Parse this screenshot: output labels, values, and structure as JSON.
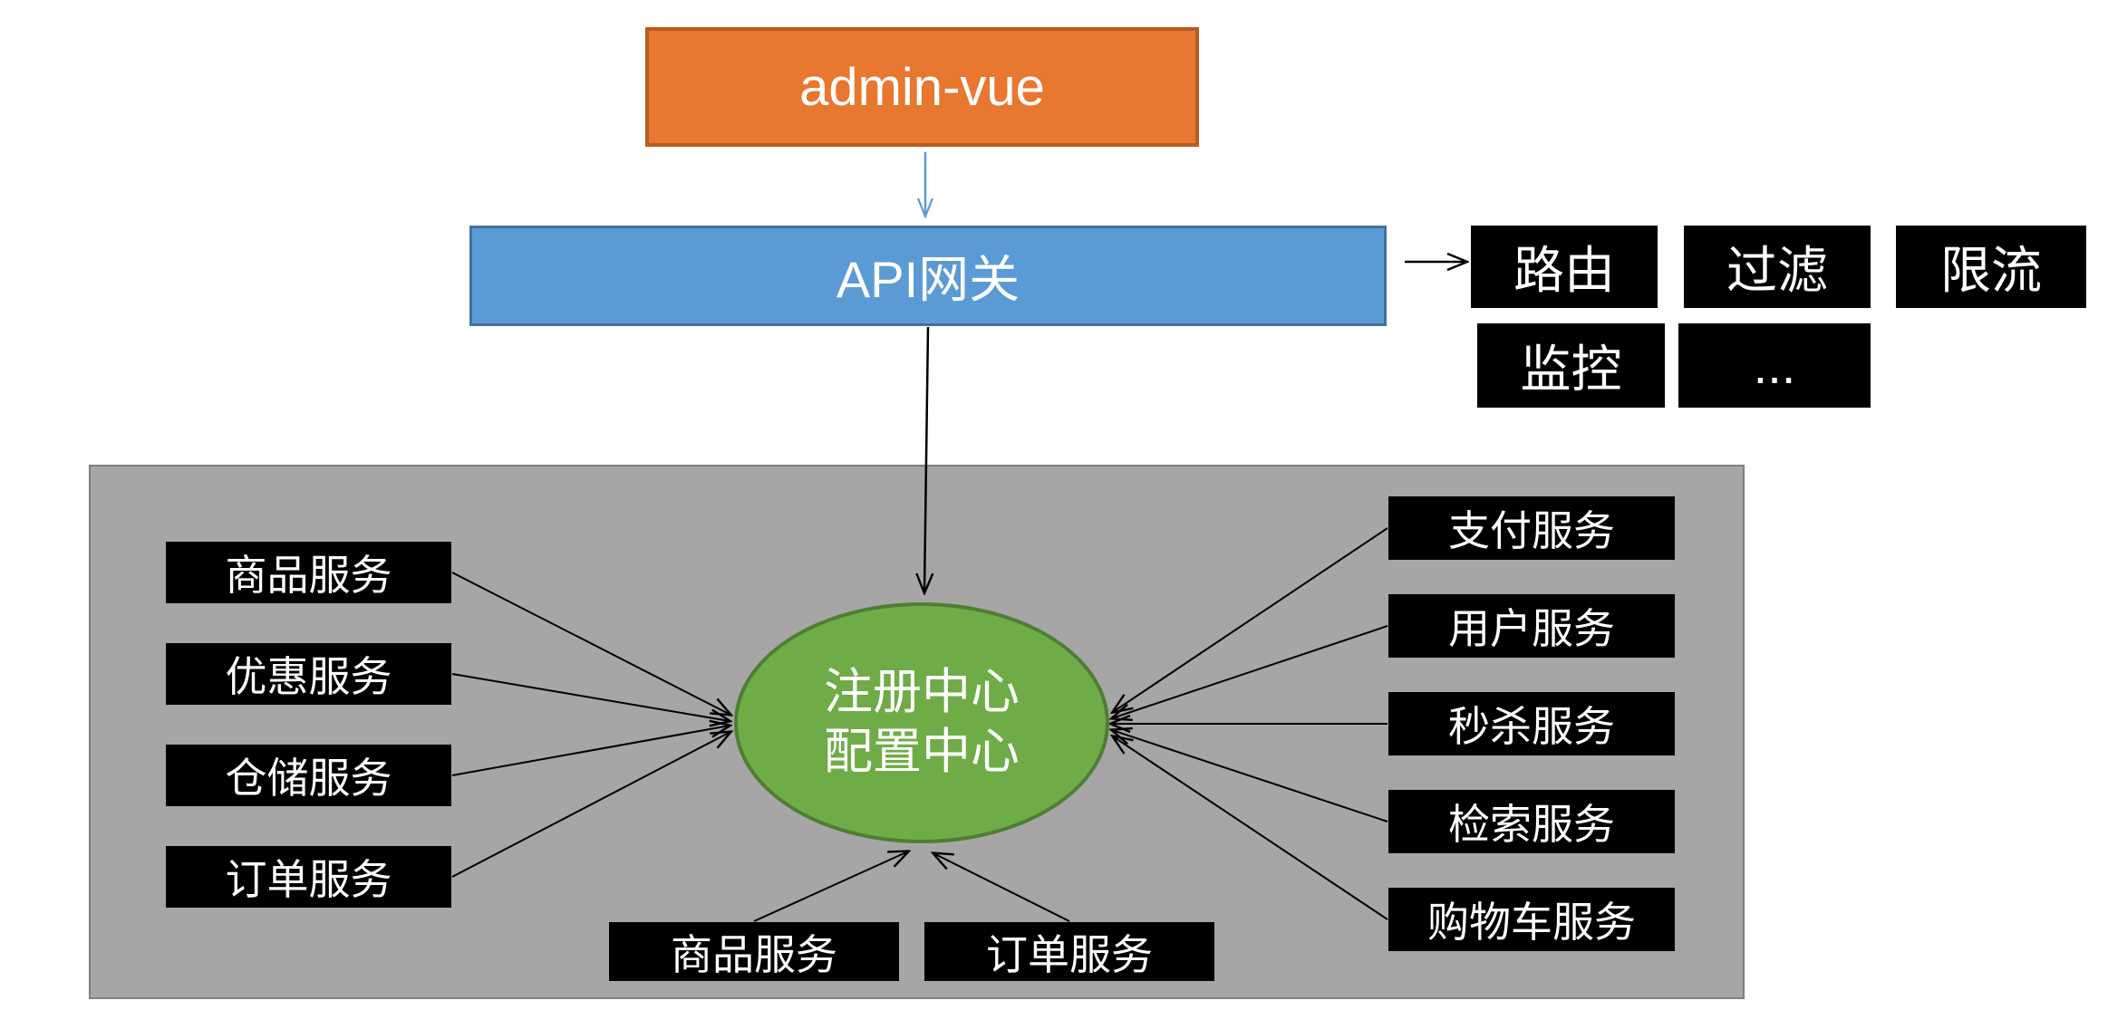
{
  "diagram": {
    "client": {
      "label": "admin-vue"
    },
    "gateway": {
      "label": "API网关"
    },
    "gateway_features": [
      "路由",
      "过滤",
      "限流",
      "监控",
      "..."
    ],
    "registry": {
      "line1": "注册中心",
      "line2": "配置中心"
    },
    "left_services": [
      "商品服务",
      "优惠服务",
      "仓储服务",
      "订单服务"
    ],
    "right_services": [
      "支付服务",
      "用户服务",
      "秒杀服务",
      "检索服务",
      "购物车服务"
    ],
    "bottom_services": [
      "商品服务",
      "订单服务"
    ],
    "colors": {
      "client_fill": "#E8772F",
      "client_border": "#B55D20",
      "gateway_fill": "#5B9BD5",
      "gateway_border": "#41719C",
      "registry_fill": "#6FAC47",
      "registry_border": "#4E7E33",
      "service_box_fill": "#000000",
      "service_box_text": "#FFFFFF",
      "container_fill": "#A6A6A6",
      "container_border": "#7F7F7F",
      "arrow_black": "#000000",
      "arrow_blue": "#5B9BD5"
    }
  }
}
